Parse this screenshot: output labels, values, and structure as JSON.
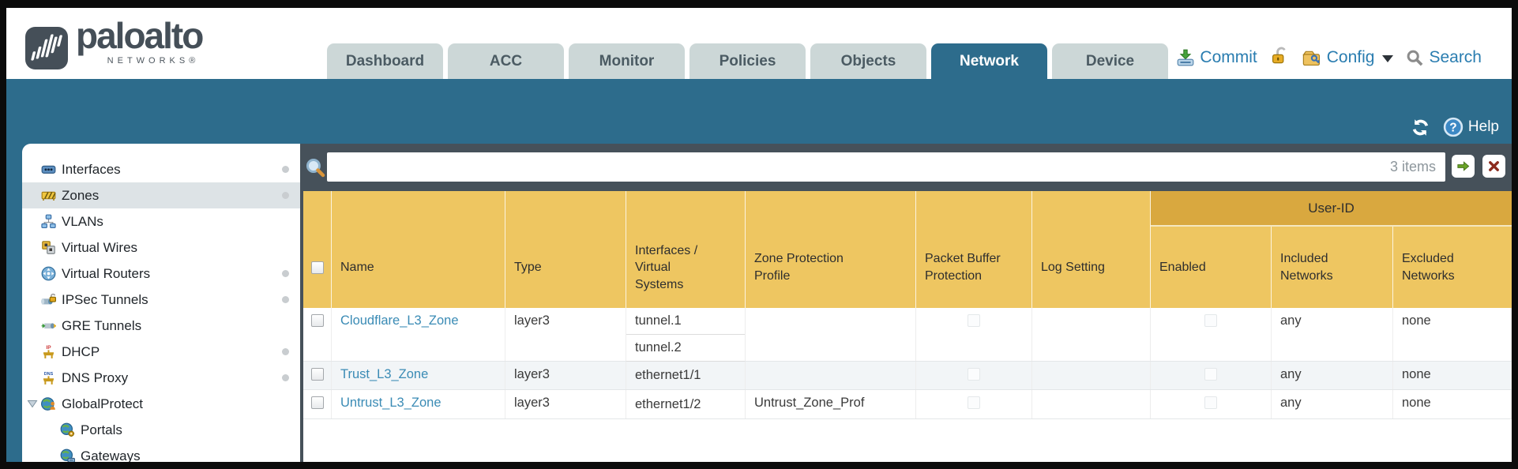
{
  "brand": {
    "name": "paloalto",
    "sub": "NETWORKS®"
  },
  "tabs": [
    {
      "label": "Dashboard",
      "active": false
    },
    {
      "label": "ACC",
      "active": false
    },
    {
      "label": "Monitor",
      "active": false
    },
    {
      "label": "Policies",
      "active": false
    },
    {
      "label": "Objects",
      "active": false
    },
    {
      "label": "Network",
      "active": true
    },
    {
      "label": "Device",
      "active": false
    }
  ],
  "top_actions": {
    "commit": "Commit",
    "config": "Config",
    "search": "Search"
  },
  "band": {
    "help": "Help"
  },
  "search": {
    "count_label": "3 items",
    "value": ""
  },
  "sidebar": {
    "items": [
      {
        "label": "Interfaces",
        "icon": "interfaces-icon",
        "has_dot": true,
        "selected": false
      },
      {
        "label": "Zones",
        "icon": "zones-icon",
        "has_dot": true,
        "selected": true
      },
      {
        "label": "VLANs",
        "icon": "vlans-icon",
        "has_dot": false,
        "selected": false
      },
      {
        "label": "Virtual Wires",
        "icon": "virtual-wires-icon",
        "has_dot": false,
        "selected": false
      },
      {
        "label": "Virtual Routers",
        "icon": "virtual-routers-icon",
        "has_dot": true,
        "selected": false
      },
      {
        "label": "IPSec Tunnels",
        "icon": "ipsec-tunnels-icon",
        "has_dot": true,
        "selected": false
      },
      {
        "label": "GRE Tunnels",
        "icon": "gre-tunnels-icon",
        "has_dot": false,
        "selected": false
      },
      {
        "label": "DHCP",
        "icon": "dhcp-icon",
        "has_dot": true,
        "selected": false
      },
      {
        "label": "DNS Proxy",
        "icon": "dns-proxy-icon",
        "has_dot": true,
        "selected": false
      },
      {
        "label": "GlobalProtect",
        "icon": "globalprotect-icon",
        "has_dot": false,
        "selected": false,
        "expanded": true
      },
      {
        "label": "Portals",
        "icon": "portals-icon",
        "has_dot": false,
        "selected": false,
        "indent": 1
      },
      {
        "label": "Gateways",
        "icon": "gateways-icon",
        "has_dot": false,
        "selected": false,
        "indent": 1
      }
    ]
  },
  "table": {
    "group_header": "User-ID",
    "columns": [
      "Name",
      "Type",
      "Interfaces / Virtual Systems",
      "Zone Protection Profile",
      "Packet Buffer Protection",
      "Log Setting",
      "Enabled",
      "Included Networks",
      "Excluded Networks"
    ],
    "rows": [
      {
        "name": "Cloudflare_L3_Zone",
        "type": "layer3",
        "interfaces": [
          "tunnel.1",
          "tunnel.2"
        ],
        "zone_protection_profile": "",
        "packet_buffer_protection": false,
        "log_setting": "",
        "user_id_enabled": false,
        "included_networks": "any",
        "excluded_networks": "none"
      },
      {
        "name": "Trust_L3_Zone",
        "type": "layer3",
        "interfaces": [
          "ethernet1/1"
        ],
        "zone_protection_profile": "",
        "packet_buffer_protection": false,
        "log_setting": "",
        "user_id_enabled": false,
        "included_networks": "any",
        "excluded_networks": "none"
      },
      {
        "name": "Untrust_L3_Zone",
        "type": "layer3",
        "interfaces": [
          "ethernet1/2"
        ],
        "zone_protection_profile": "Untrust_Zone_Prof",
        "packet_buffer_protection": false,
        "log_setting": "",
        "user_id_enabled": false,
        "included_networks": "any",
        "excluded_networks": "none"
      }
    ]
  },
  "icons": {
    "refresh-icon": "circular arrows",
    "help-icon": "?",
    "search-icon": "magnifier",
    "commit-icon": "green down-arrow to disk",
    "lock-icon": "open padlock",
    "config-icon": "folder with key",
    "go-arrow-icon": "green right arrow",
    "clear-x-icon": "red x",
    "expand-caret-icon": "down triangle"
  },
  "colors": {
    "teal": "#2d6c8c",
    "slate": "#46515a",
    "header_amber": "#eec661",
    "user_id_amber": "#d9a83f",
    "link_blue": "#3a8bb5",
    "top_link_blue": "#2a7db0",
    "tab_inactive": "#ccd7d7",
    "row_stripe": "#f2f5f7"
  }
}
